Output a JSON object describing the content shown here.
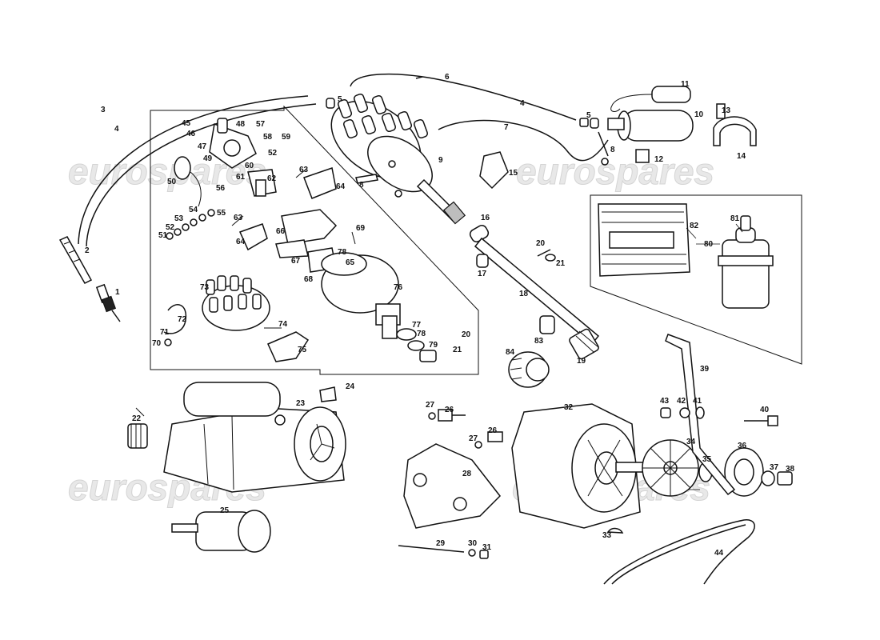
{
  "watermark": {
    "text": "eurospares"
  },
  "callouts": {
    "n1": "1",
    "n2": "2",
    "n3": "3",
    "n4a": "4",
    "n4b": "4",
    "n5a": "5",
    "n5b": "5",
    "n6": "6",
    "n7": "7",
    "n8a": "8",
    "n8b": "8",
    "n9": "9",
    "n10": "10",
    "n11": "11",
    "n12": "12",
    "n13": "13",
    "n14": "14",
    "n15": "15",
    "n16": "16",
    "n17": "17",
    "n18": "18",
    "n19": "19",
    "n20a": "20",
    "n20b": "20",
    "n21a": "21",
    "n21b": "21",
    "n22": "22",
    "n23": "23",
    "n24": "24",
    "n25": "25",
    "n26a": "26",
    "n26b": "26",
    "n27a": "27",
    "n27b": "27",
    "n28": "28",
    "n29": "29",
    "n30": "30",
    "n31": "31",
    "n32": "32",
    "n33": "33",
    "n34": "34",
    "n35": "35",
    "n36": "36",
    "n37": "37",
    "n38": "38",
    "n39": "39",
    "n40": "40",
    "n41": "41",
    "n42": "42",
    "n43": "43",
    "n44": "44",
    "n45": "45",
    "n46": "46",
    "n47": "47",
    "n48": "48",
    "n49": "49",
    "n50": "50",
    "n51": "51",
    "n52a": "52",
    "n52b": "52",
    "n53": "53",
    "n54": "54",
    "n55": "55",
    "n56": "56",
    "n57": "57",
    "n58": "58",
    "n59": "59",
    "n60": "60",
    "n61": "61",
    "n62": "62",
    "n63a": "63",
    "n63b": "63",
    "n64a": "64",
    "n64b": "64",
    "n65": "65",
    "n66": "66",
    "n67": "67",
    "n68": "68",
    "n69": "69",
    "n70": "70",
    "n71": "71",
    "n72": "72",
    "n73": "73",
    "n74": "74",
    "n75": "75",
    "n76": "76",
    "n77": "77",
    "n78a": "78",
    "n78b": "78",
    "n79": "79",
    "n80": "80",
    "n81": "81",
    "n82": "82",
    "n83": "83",
    "n84": "84"
  },
  "icons": [
    "spark-plug-icon",
    "ignition-coil-icon",
    "distributor-icon",
    "starter-motor-icon",
    "alternator-icon",
    "drive-belt-icon",
    "electronic-ignition-module-icon"
  ]
}
